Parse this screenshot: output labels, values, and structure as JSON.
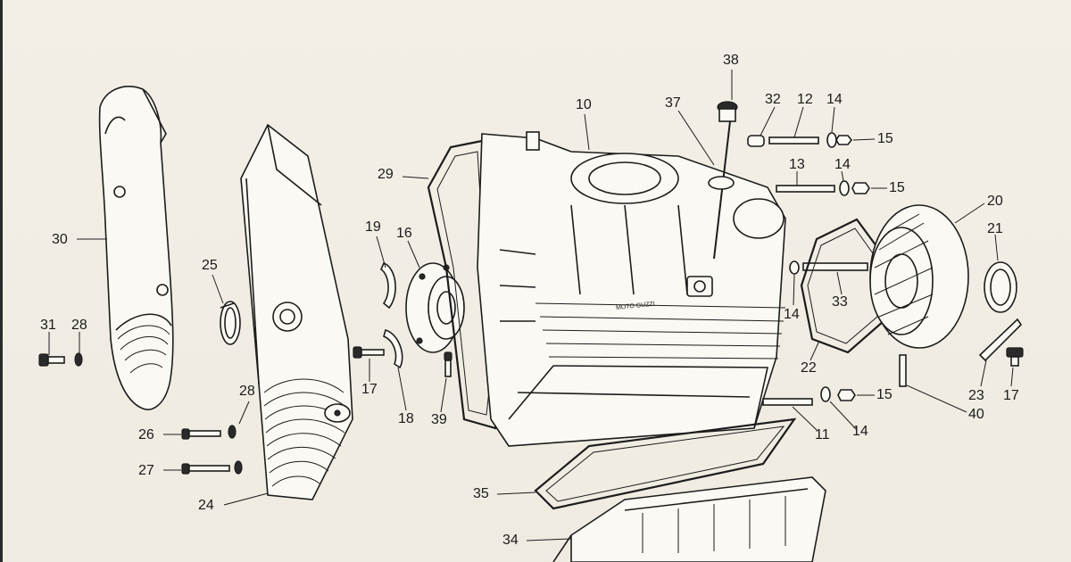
{
  "labels": {
    "p10": "10",
    "p11": "11",
    "p12": "12",
    "p13": "13",
    "p14a": "14",
    "p14b": "14",
    "p14c": "14",
    "p14d": "14",
    "p15a": "15",
    "p15b": "15",
    "p15c": "15",
    "p16": "16",
    "p17a": "17",
    "p17b": "17",
    "p18": "18",
    "p19": "19",
    "p20": "20",
    "p21": "21",
    "p22": "22",
    "p23": "23",
    "p24": "24",
    "p25": "25",
    "p26": "26",
    "p27": "27",
    "p28a": "28",
    "p28b": "28",
    "p29": "29",
    "p30": "30",
    "p31": "31",
    "p32": "32",
    "p33": "33",
    "p34": "34",
    "p35": "35",
    "p37": "37",
    "p38": "38",
    "p39": "39",
    "p40": "40"
  },
  "embossed_text": "MOTO GUZZI"
}
